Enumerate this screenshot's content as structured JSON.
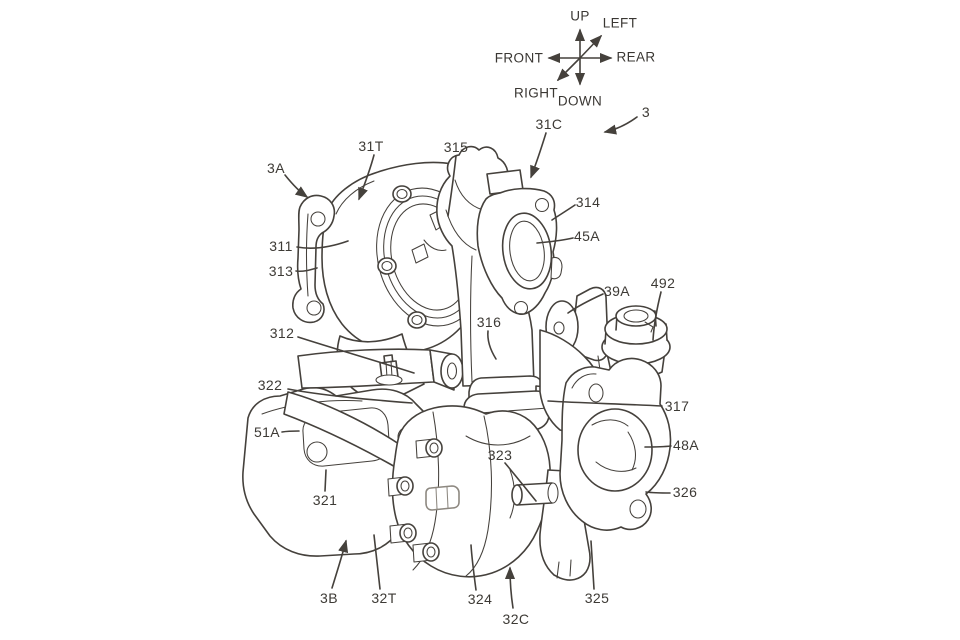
{
  "page": {
    "background": "#ffffff",
    "ink_color": "#45413c"
  },
  "compass": {
    "up": "UP",
    "down": "DOWN",
    "left": "LEFT",
    "right": "RIGHT",
    "front": "FRONT",
    "rear": "REAR"
  },
  "labels": {
    "3": "3",
    "3A": "3A",
    "3B": "3B",
    "31T": "31T",
    "31C": "31C",
    "32T": "32T",
    "32C": "32C",
    "311": "311",
    "312": "312",
    "313": "313",
    "314": "314",
    "315": "315",
    "316": "316",
    "317": "317",
    "321": "321",
    "322": "322",
    "323": "323",
    "324": "324",
    "325": "325",
    "326": "326",
    "39A": "39A",
    "45A": "45A",
    "48A": "48A",
    "51A": "51A",
    "492": "492"
  }
}
